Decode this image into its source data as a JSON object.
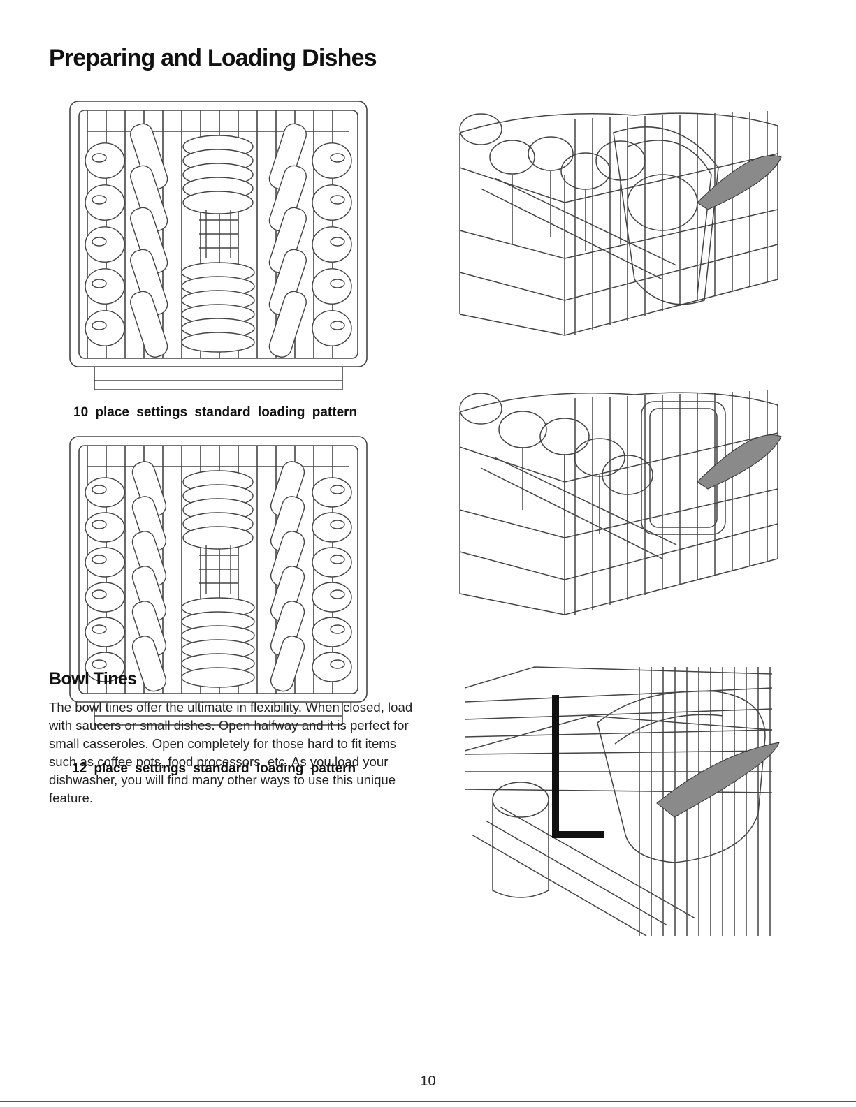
{
  "page": {
    "title": "Preparing and Loading Dishes",
    "page_number": "10"
  },
  "figures": {
    "rack_10": {
      "caption": "10 place settings standard loading pattern",
      "cups_per_side": 5,
      "glasses_per_side": 5
    },
    "rack_12": {
      "caption": "12 place settings standard loading pattern",
      "cups_per_side": 6,
      "glasses_per_side": 6
    }
  },
  "bowl_tines": {
    "heading": "Bowl Tines",
    "paragraph": "The bowl tines offer the ultimate in flexibility. When closed, load with saucers or small dishes. Open halfway and it is perfect for small casseroles. Open completely for those hard to fit items such as coffee pots, food processors, etc. As you load your dishwasher, you will find many other ways to use this unique feature."
  },
  "colors": {
    "line": "#444444",
    "handle": "#8a8a8a",
    "accent_black": "#111111"
  }
}
